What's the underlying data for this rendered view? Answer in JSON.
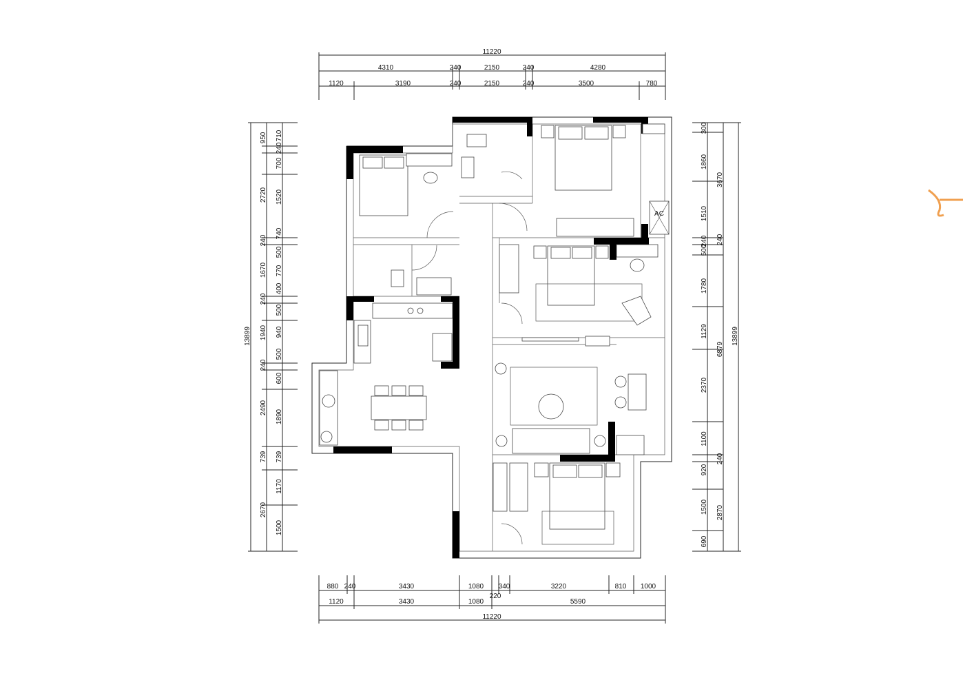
{
  "dimensions": {
    "top_total": "11220",
    "top_row1": [
      "4310",
      "240",
      "2150",
      "240",
      "4280"
    ],
    "top_row2": [
      "1120",
      "3190",
      "240",
      "2150",
      "240",
      "3500",
      "780"
    ],
    "bottom_row1": [
      "880",
      "240",
      "3430",
      "1080",
      "340",
      "3220",
      "810",
      "1000"
    ],
    "bottom_mid": "220",
    "bottom_row2": [
      "1120",
      "3430",
      "1080",
      "5590"
    ],
    "bottom_total": "11220",
    "left_total": "13899",
    "left_outer": [
      "950",
      "2720",
      "240",
      "1670",
      "240",
      "1940",
      "240",
      "2490",
      "739",
      "2670"
    ],
    "left_inner": [
      "710",
      "240",
      "700",
      "1520",
      "740",
      "500",
      "770",
      "400",
      "500",
      "940",
      "500",
      "600",
      "1890",
      "739",
      "1170",
      "1500"
    ],
    "right_inner": [
      "300",
      "1860",
      "1510",
      "240",
      "500",
      "1780",
      "1129",
      "2370",
      "1100",
      "920",
      "1500",
      "690"
    ],
    "right_mid": [
      "3670",
      "240",
      "6879",
      "240",
      "2870"
    ],
    "right_total": "13899"
  },
  "labels": {
    "ac": "AC"
  },
  "colors": {
    "logo": "#f0a050",
    "wall": "#000000"
  }
}
